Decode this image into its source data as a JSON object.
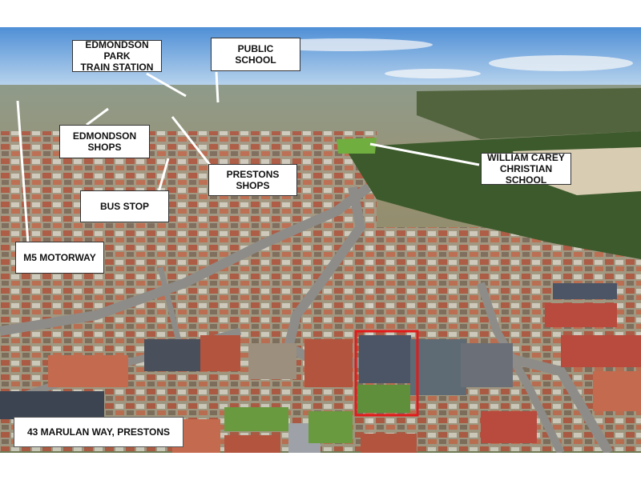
{
  "image": {
    "description": "Aerial photo of a suburb with labelled points of interest",
    "highlight_color": "#e21b1b"
  },
  "labels": {
    "edmondson_park_station": "EDMONDSON PARK\nTRAIN STATION",
    "public_school": "PUBLIC SCHOOL",
    "edmondson_shops": "EDMONDSON SHOPS",
    "prestons_shops": "PRESTONS SHOPS",
    "william_carey": "WILLIAM CAREY\nCHRISTIAN SCHOOL",
    "bus_stop": "BUS STOP",
    "m5_motorway": "M5 MOTORWAY",
    "address": "43 MARULAN WAY, PRESTONS"
  }
}
